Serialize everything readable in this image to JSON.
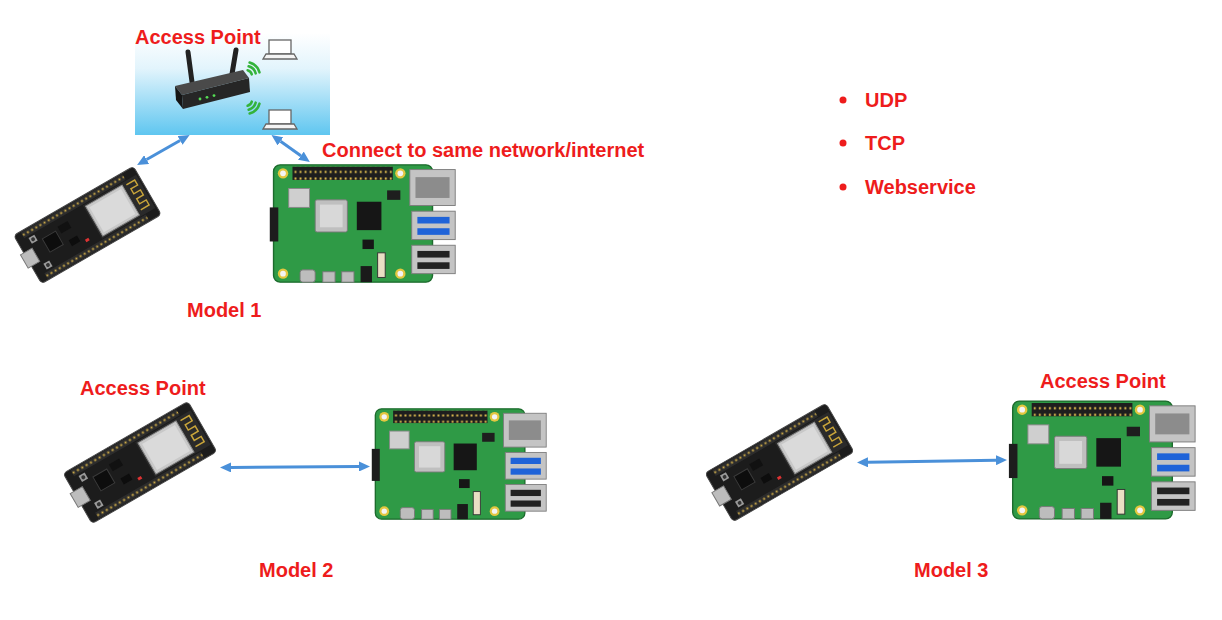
{
  "diagram": {
    "nodes": [
      {
        "text": [
          "Access Point"
        ]
      },
      {
        "text": []
      },
      {
        "text": [
          "Connect to same network/internet"
        ]
      },
      {
        "text": [
          "Access Point"
        ]
      },
      {
        "text": []
      },
      {
        "text": []
      },
      {
        "text": [
          "Access Point"
        ]
      }
    ],
    "edges": [
      {
        "from": 1,
        "to": 0,
        "arrow": "both"
      },
      {
        "from": 2,
        "to": 0,
        "arrow": "both"
      },
      {
        "from": 3,
        "to": 4,
        "arrow": "both"
      },
      {
        "from": 5,
        "to": 6,
        "arrow": "both"
      }
    ],
    "labels": [
      "UDP",
      "TCP",
      "Webservice",
      "Model 1",
      "Model 2",
      "Model 3"
    ]
  }
}
